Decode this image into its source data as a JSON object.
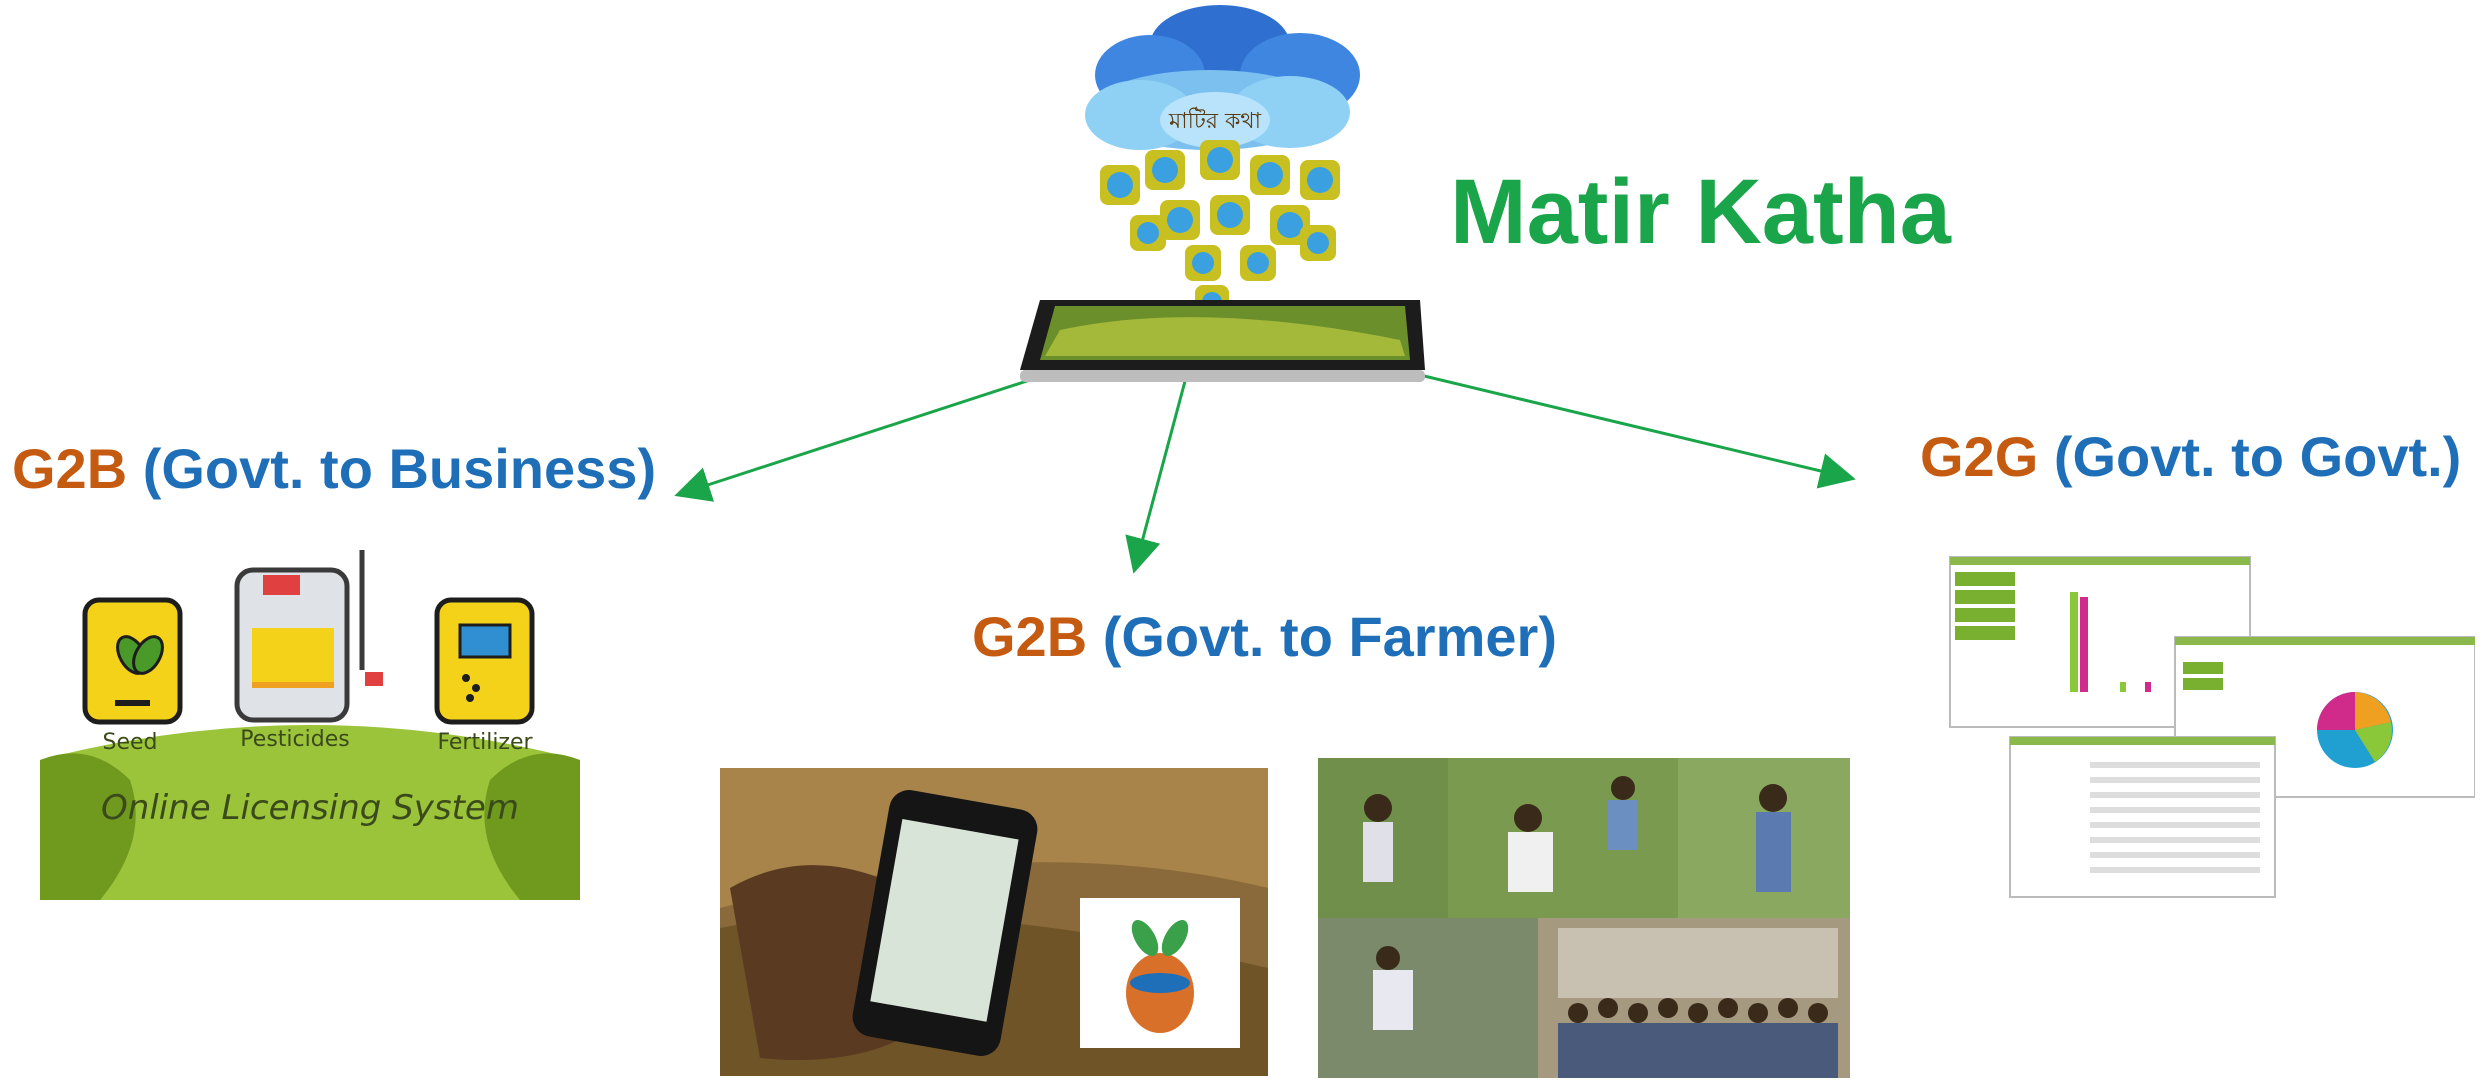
{
  "hub": {
    "app_name": "Matir Katha",
    "cloud_label": "মাটির কথা"
  },
  "branches": {
    "business": {
      "code": "G2B",
      "desc": "(Govt. to Business)"
    },
    "farmer": {
      "code": "G2B",
      "desc": "(Govt. to Farmer)"
    },
    "government": {
      "code": "G2G",
      "desc": "(Govt. to Govt.)"
    }
  },
  "licensing": {
    "items": [
      "Seed",
      "Pesticides",
      "Fertilizer"
    ],
    "system_label": "Online Licensing System"
  },
  "colors": {
    "title_green": "#1aa54a",
    "code_orange": "#c55a11",
    "desc_blue": "#1f6fb8",
    "arrow_green": "#1aa54a"
  }
}
